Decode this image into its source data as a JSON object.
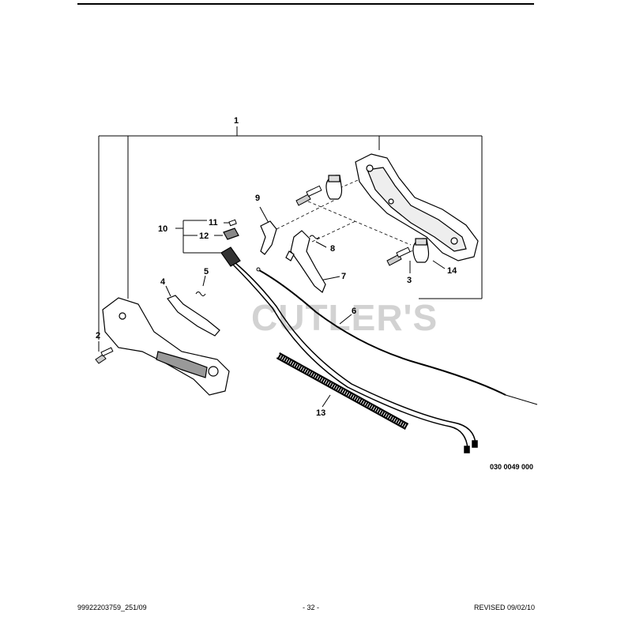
{
  "watermark": "CUTLER'S",
  "callouts": {
    "c1": "1",
    "c2": "2",
    "c3": "3",
    "c4": "4",
    "c5": "5",
    "c6": "6",
    "c7": "7",
    "c8": "8",
    "c9": "9",
    "c10": "10",
    "c11": "11",
    "c12": "12",
    "c13": "13",
    "c14": "14"
  },
  "figure_code": "030 0049 000",
  "footer": {
    "left": "99922203759_251/09",
    "center": "- 32 -",
    "right": "REVISED 09/02/10"
  }
}
